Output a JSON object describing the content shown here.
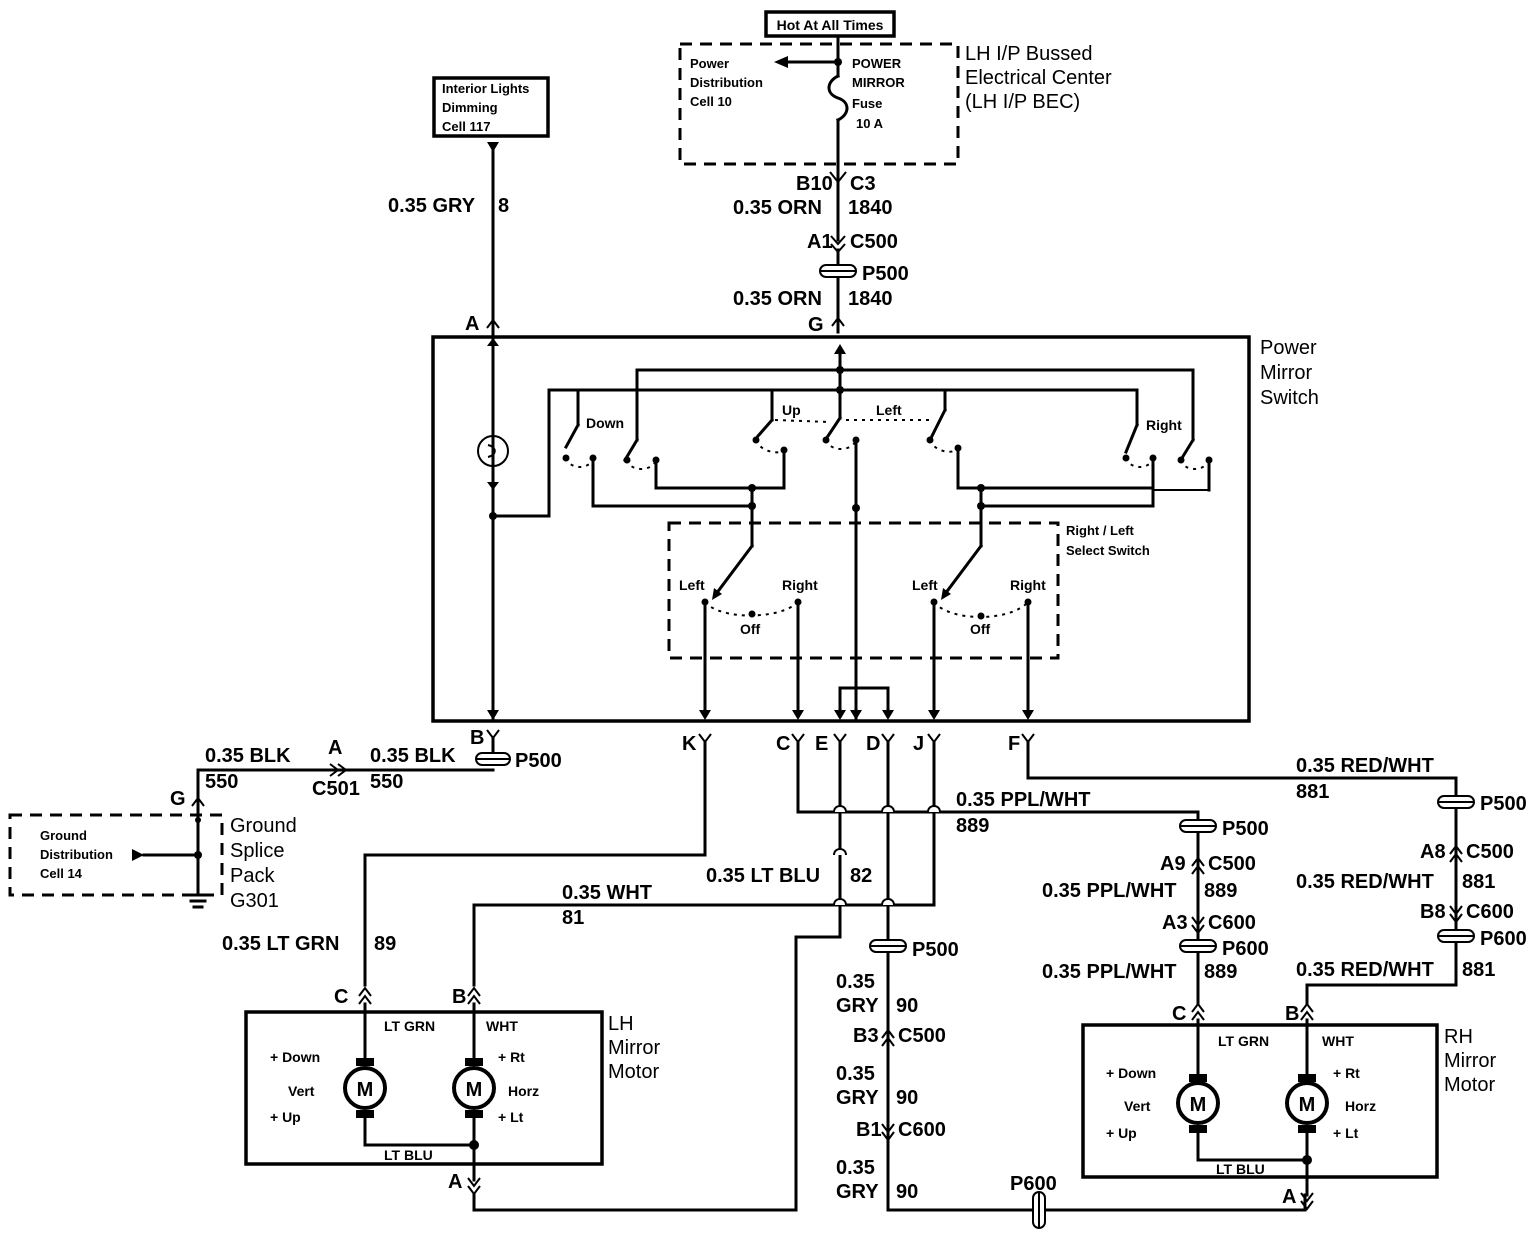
{
  "labels": {
    "hot_at_all_times": "Hot At All Times",
    "lh_bec_1": "LH I/P Bussed",
    "lh_bec_2": "Electrical Center",
    "lh_bec_3": "(LH I/P BEC)",
    "pdc_1": "Power",
    "pdc_2": "Distribution",
    "pdc_3": "Cell 10",
    "fuse_1": "POWER",
    "fuse_2": "MIRROR",
    "fuse_3": "Fuse",
    "fuse_4": "10 A",
    "ild_1": "Interior Lights",
    "ild_2": "Dimming",
    "ild_3": "Cell 117",
    "w_gry_8": "0.35 GRY",
    "w_gry_8_num": "8",
    "b10": "B10",
    "c3": "C3",
    "w_orn_1": "0.35 ORN",
    "w_orn_1_num": "1840",
    "a1": "A1",
    "c500_top": "C500",
    "p500_top": "P500",
    "w_orn_2": "0.35 ORN",
    "w_orn_2_num": "1840",
    "pin_a": "A",
    "pin_g": "G",
    "pms_1": "Power",
    "pms_2": "Mirror",
    "pms_3": "Switch",
    "sw_down": "Down",
    "sw_up": "Up",
    "sw_left": "Left",
    "sw_right": "Right",
    "rls_1": "Right / Left",
    "rls_2": "Select Switch",
    "sel_left_1": "Left",
    "sel_right_1": "Right",
    "sel_off_1": "Off",
    "sel_left_2": "Left",
    "sel_right_2": "Right",
    "sel_off_2": "Off",
    "pin_b": "B",
    "pin_k": "K",
    "pin_c": "C",
    "pin_e": "E",
    "pin_d": "D",
    "pin_j": "J",
    "pin_f": "F",
    "w_blk_1": "0.35 BLK",
    "w_blk_1_num": "550",
    "a_c501": "A",
    "c501": "C501",
    "w_blk_2": "0.35 BLK",
    "w_blk_2_num": "550",
    "p500_blk": "P500",
    "g_gsp": "G",
    "gsp_1": "Ground",
    "gsp_2": "Splice",
    "gsp_3": "Pack",
    "gsp_4": "G301",
    "gd_1": "Ground",
    "gd_2": "Distribution",
    "gd_3": "Cell 14",
    "w_ppl_1": "0.35 PPL/WHT",
    "w_ppl_1_num": "889",
    "p500_ppl": "P500",
    "a9": "A9",
    "c500_ppl": "C500",
    "w_ppl_2": "0.35 PPL/WHT",
    "w_ppl_2_num": "889",
    "a3": "A3",
    "c600_ppl": "C600",
    "p600_ppl": "P600",
    "w_ppl_3": "0.35 PPL/WHT",
    "w_ppl_3_num": "889",
    "w_red_1": "0.35 RED/WHT",
    "w_red_1_num": "881",
    "p500_red": "P500",
    "a8": "A8",
    "c500_red": "C500",
    "w_red_2": "0.35 RED/WHT",
    "w_red_2_num": "881",
    "b8": "B8",
    "c600_red": "C600",
    "p600_red": "P600",
    "w_red_3": "0.35 RED/WHT",
    "w_red_3_num": "881",
    "w_ltblu": "0.35 LT BLU",
    "w_ltblu_num": "82",
    "w_wht": "0.35 WHT",
    "w_wht_num": "81",
    "w_ltgrn": "0.35 LT GRN",
    "w_ltgrn_num": "89",
    "p500_gry": "P500",
    "gry_a": "0.35",
    "gry_a2": "GRY",
    "gry_a_num": "90",
    "b3": "B3",
    "c500_gry": "C500",
    "gry_b": "0.35",
    "gry_b2": "GRY",
    "gry_b_num": "90",
    "b1": "B1",
    "c600_gry": "C600",
    "gry_c": "0.35",
    "gry_c2": "GRY",
    "gry_c_num": "90",
    "p600_gry": "P600",
    "lh_c": "C",
    "lh_b": "B",
    "lh_a": "A",
    "lh_ltgrn": "LT GRN",
    "lh_wht": "WHT",
    "lh_ltblu": "LT BLU",
    "lh_down": "+ Down",
    "lh_vert": "Vert",
    "lh_up": "+ Up",
    "lh_rt": "+ Rt",
    "lh_horz": "Horz",
    "lh_lt": "+ Lt",
    "lh_m1": "M",
    "lh_m2": "M",
    "lhmm_1": "LH",
    "lhmm_2": "Mirror",
    "lhmm_3": "Motor",
    "rh_c": "C",
    "rh_b": "B",
    "rh_a": "A",
    "rh_ltgrn": "LT GRN",
    "rh_wht": "WHT",
    "rh_ltblu": "LT BLU",
    "rh_down": "+ Down",
    "rh_vert": "Vert",
    "rh_up": "+ Up",
    "rh_rt": "+ Rt",
    "rh_horz": "Horz",
    "rh_lt": "+ Lt",
    "rh_m1": "M",
    "rh_m2": "M",
    "rhmm_1": "RH",
    "rhmm_2": "Mirror",
    "rhmm_3": "Motor"
  }
}
